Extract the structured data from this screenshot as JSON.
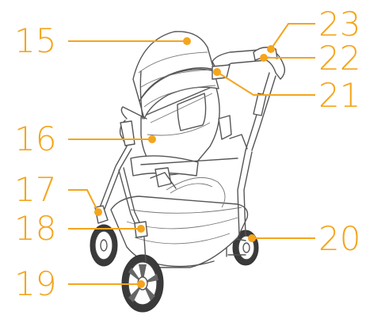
{
  "colors": {
    "callout": "#f4a51c",
    "line_art": "#555555"
  },
  "callouts": [
    {
      "id": "15",
      "label": "15"
    },
    {
      "id": "16",
      "label": "16"
    },
    {
      "id": "17",
      "label": "17"
    },
    {
      "id": "18",
      "label": "18"
    },
    {
      "id": "19",
      "label": "19"
    },
    {
      "id": "20",
      "label": "20"
    },
    {
      "id": "21",
      "label": "21"
    },
    {
      "id": "22",
      "label": "22"
    },
    {
      "id": "23",
      "label": "23"
    }
  ]
}
